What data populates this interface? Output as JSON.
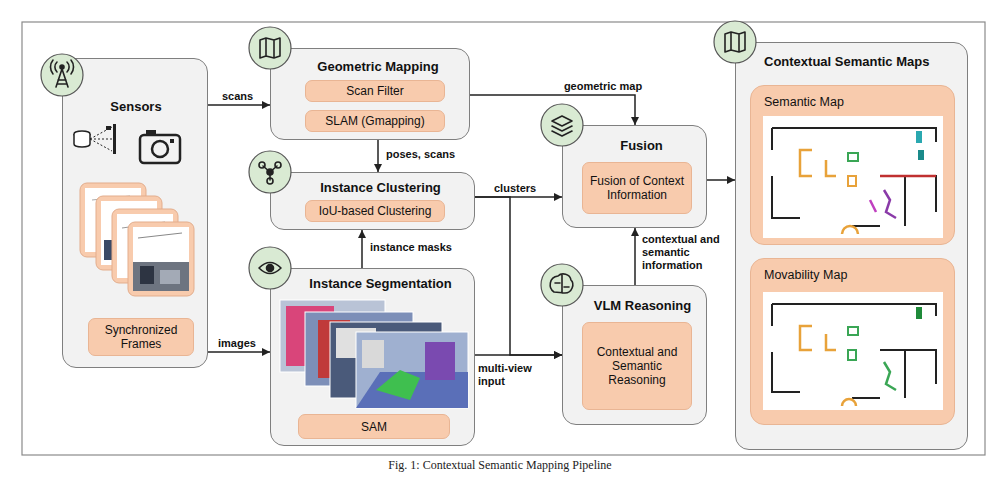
{
  "diagram": {
    "caption": "Fig. 1: Contextual Semantic Mapping Pipeline",
    "nodes": [
      {
        "text": [
          "Sensors"
        ]
      },
      {
        "text": [
          "Synchronized Frames"
        ],
        "in": 0
      },
      {
        "text": [
          "Geometric Mapping"
        ]
      },
      {
        "text": [
          "Scan Filter"
        ],
        "in": 2
      },
      {
        "text": [
          "SLAM (Gmapping)"
        ],
        "in": 2
      },
      {
        "text": [
          "Instance Clustering"
        ]
      },
      {
        "text": [
          "IoU-based Clustering"
        ],
        "in": 5
      },
      {
        "text": [
          "Instance Segmentation"
        ]
      },
      {
        "text": [
          "SAM"
        ],
        "in": 7
      },
      {
        "text": [
          "Fusion"
        ]
      },
      {
        "text": [
          "Fusion of Context Information"
        ],
        "in": 9
      },
      {
        "text": [
          "VLM Reasoning"
        ]
      },
      {
        "text": [
          "Contextual and Semantic Reasoning"
        ],
        "in": 11
      },
      {
        "text": [
          "Contextual Semantic Maps"
        ]
      },
      {
        "text": [
          "Semantic Map"
        ],
        "in": 13
      },
      {
        "text": [
          "Movability Map"
        ],
        "in": 13
      }
    ],
    "edges": [
      {
        "from": 0,
        "to": 2,
        "label": "scans",
        "arrow": "to"
      },
      {
        "from": 0,
        "to": 7,
        "label": "images",
        "arrow": "to"
      },
      {
        "from": 2,
        "to": 5,
        "label": "poses, scans",
        "arrow": "to"
      },
      {
        "from": 7,
        "to": 5,
        "label": "instance masks",
        "arrow": "to"
      },
      {
        "from": 5,
        "to": 9,
        "label": "clusters",
        "arrow": "to"
      },
      {
        "from": 2,
        "to": 9,
        "label": "geometric map",
        "arrow": "to"
      },
      {
        "from": 7,
        "to": 11,
        "label": "multi-view input",
        "arrow": "to"
      },
      {
        "from": 5,
        "to": 11,
        "arrow": "to"
      },
      {
        "from": 11,
        "to": 9,
        "label": "contextual and semantic information",
        "arrow": "to"
      },
      {
        "from": 9,
        "to": 13,
        "arrow": "to"
      }
    ]
  }
}
